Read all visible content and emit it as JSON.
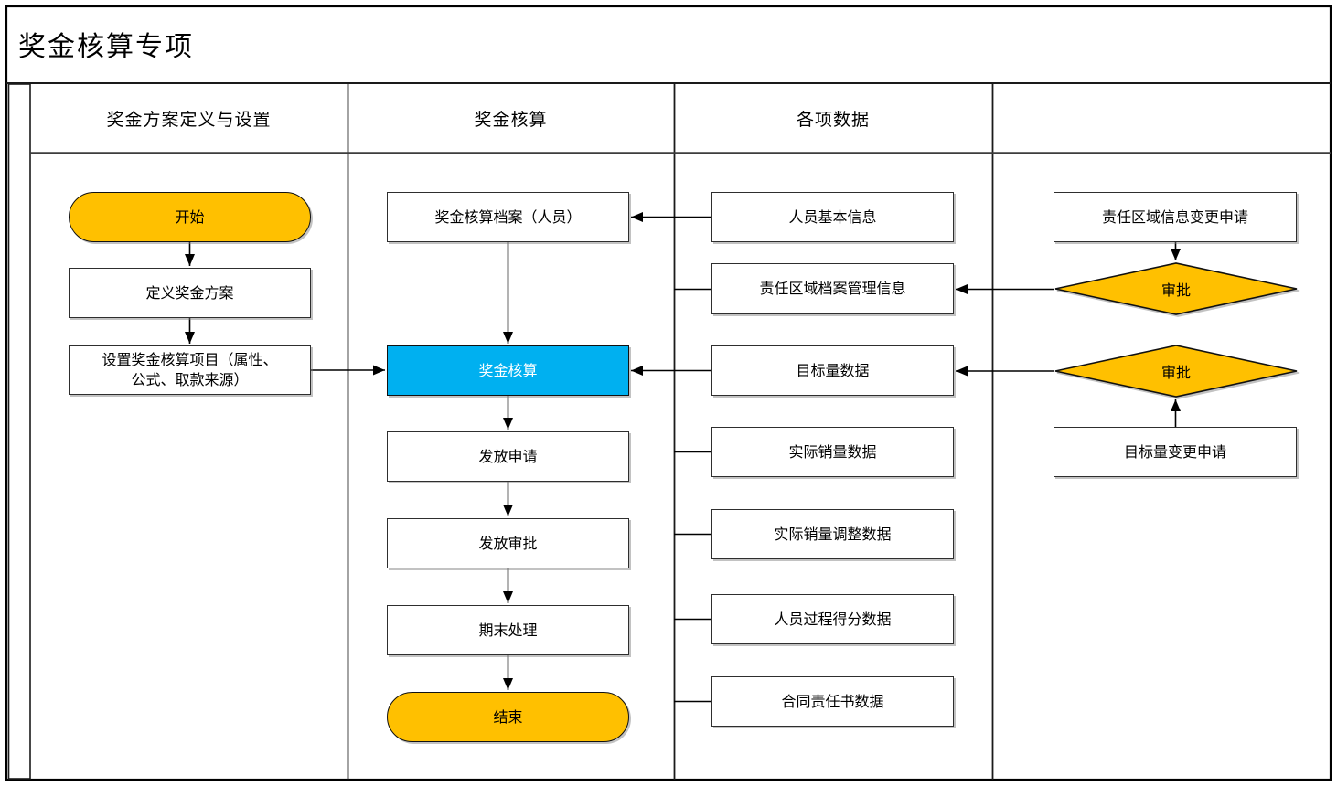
{
  "title": "奖金核算专项",
  "colors": {
    "shape_orange": "#FFC000",
    "shape_blue": "#00B0F0",
    "shape_white": "#FFFFFF",
    "line_black": "#000000",
    "text_on_blue": "#FFFFFF"
  },
  "lanes": [
    {
      "header": "奖金方案定义与设置"
    },
    {
      "header": "奖金核算"
    },
    {
      "header": "各项数据"
    },
    {
      "header": ""
    }
  ],
  "nodes": {
    "start": {
      "type": "terminator",
      "label": "开始"
    },
    "define_plan": {
      "type": "process",
      "label": "定义奖金方案"
    },
    "setup_items": {
      "type": "process",
      "label": "设置奖金核算项目（属性、公式、取款来源）",
      "lines": [
        "设置奖金核算项目（属性、",
        "公式、取款来源）"
      ]
    },
    "bonus_archive": {
      "type": "process",
      "label": "奖金核算档案（人员）"
    },
    "bonus_calc": {
      "type": "process-highlight",
      "label": "奖金核算"
    },
    "payout_apply": {
      "type": "process",
      "label": "发放申请"
    },
    "payout_approve": {
      "type": "process",
      "label": "发放审批"
    },
    "period_end": {
      "type": "process",
      "label": "期末处理"
    },
    "end": {
      "type": "terminator",
      "label": "结束"
    },
    "person_info": {
      "type": "data",
      "label": "人员基本信息"
    },
    "area_archive": {
      "type": "data",
      "label": "责任区域档案管理信息"
    },
    "target_data": {
      "type": "data",
      "label": "目标量数据"
    },
    "actual_sales": {
      "type": "data",
      "label": "实际销量数据"
    },
    "actual_sales_adjust": {
      "type": "data",
      "label": "实际销量调整数据"
    },
    "person_score": {
      "type": "data",
      "label": "人员过程得分数据"
    },
    "contract_data": {
      "type": "data",
      "label": "合同责任书数据"
    },
    "area_change_request": {
      "type": "process",
      "label": "责任区域信息变更申请"
    },
    "approve_area": {
      "type": "decision",
      "label": "审批"
    },
    "approve_target": {
      "type": "decision",
      "label": "审批"
    },
    "target_change_request": {
      "type": "process",
      "label": "目标量变更申请"
    }
  }
}
